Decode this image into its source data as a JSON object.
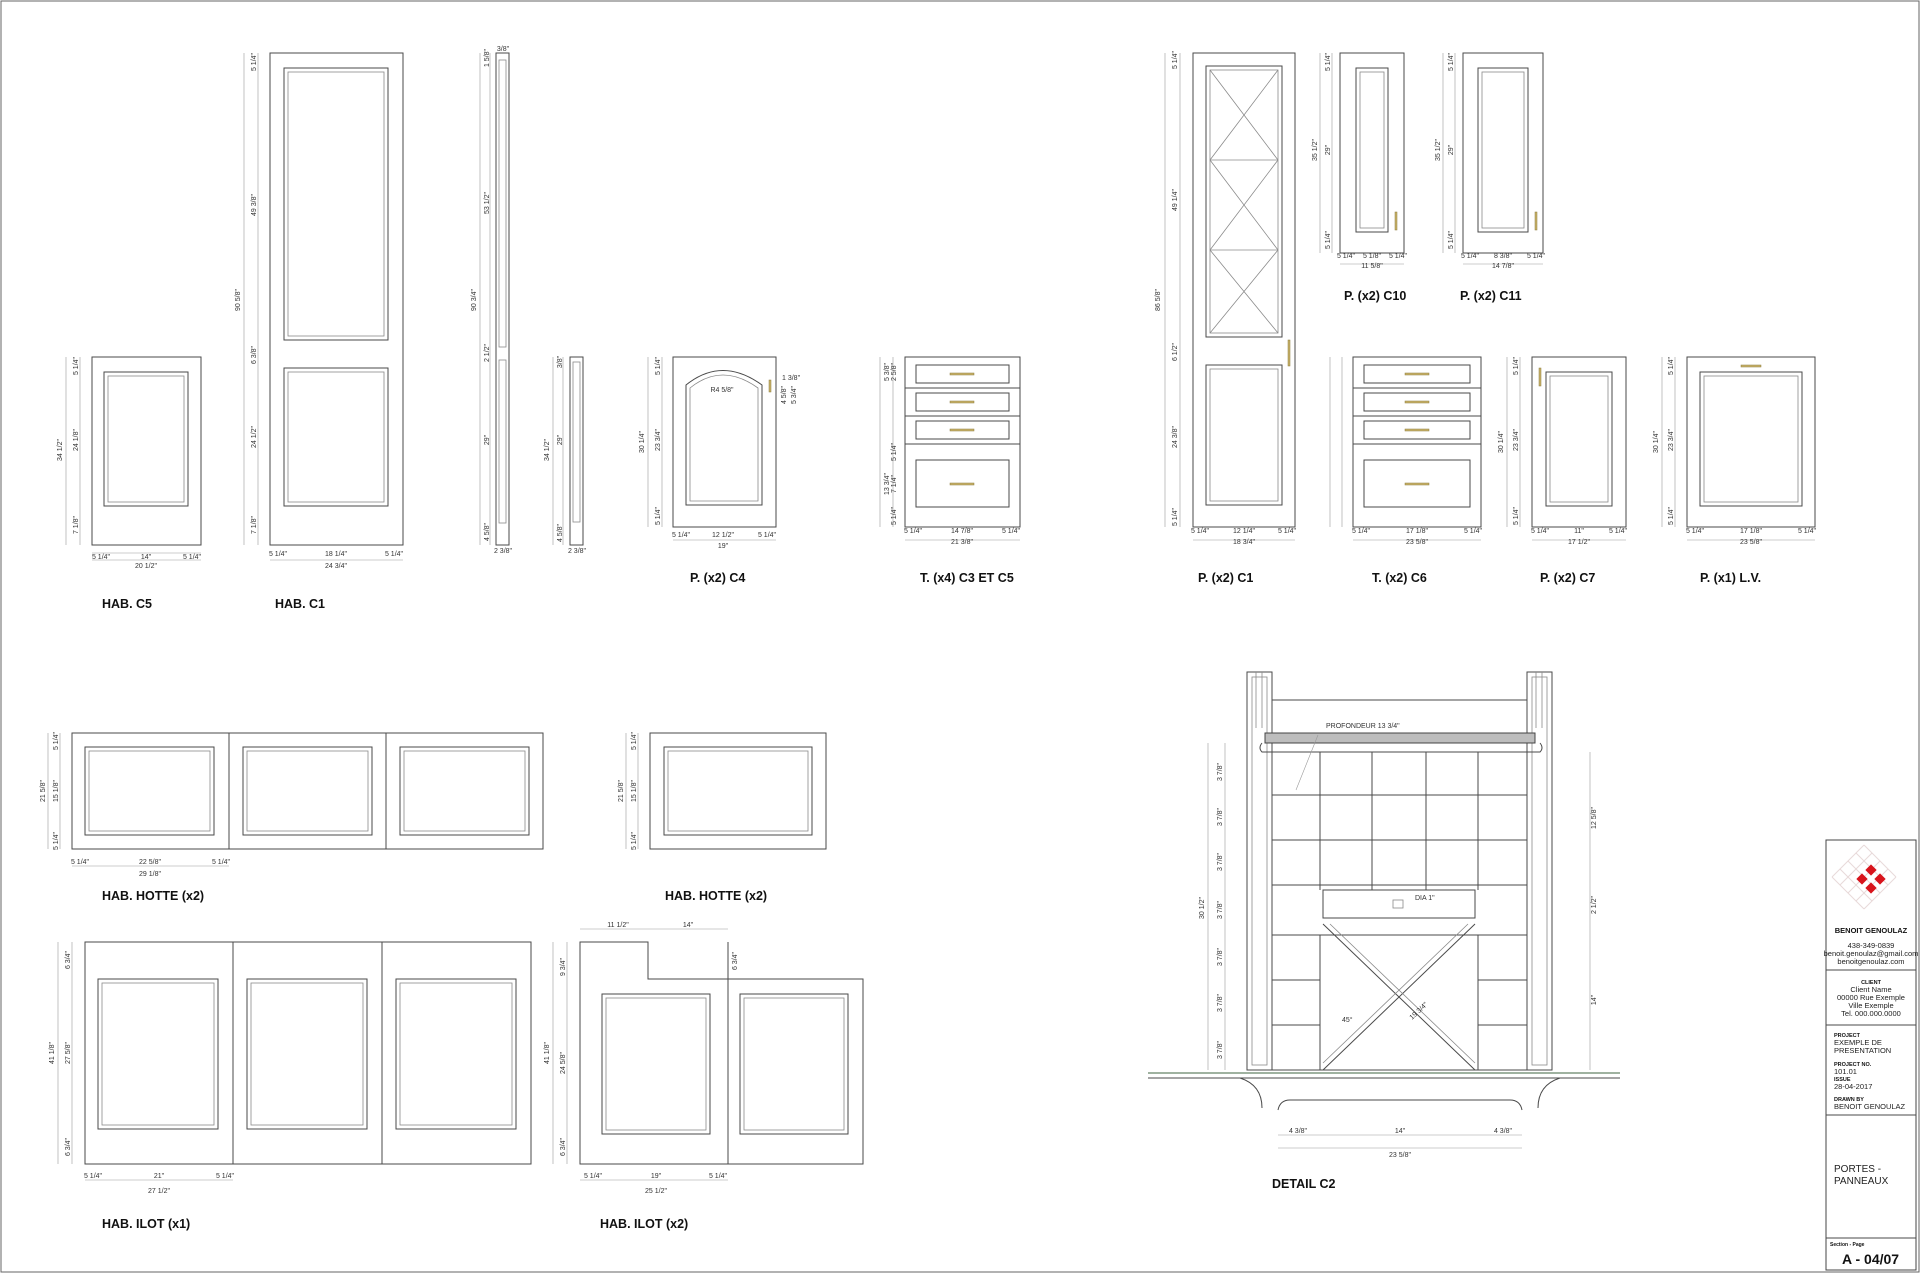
{
  "labels": {
    "hab_c5": "HAB. C5",
    "hab_c1": "HAB. C1",
    "p_c4": "P. (x2) C4",
    "t_c3_c5": "T. (x4) C3 ET C5",
    "p_c1": "P. (x2) C1",
    "t_c6": "T. (x2) C6",
    "p_c7": "P. (x2) C7",
    "p_lv": "P. (x1) L.V.",
    "p_c10": "P. (x2) C10",
    "p_c11": "P. (x2) C11",
    "hotte1": "HAB. HOTTE (x2)",
    "hotte2": "HAB. HOTTE (x2)",
    "ilot1": "HAB. ILOT (x1)",
    "ilot2": "HAB. ILOT (x2)",
    "detail": "DETAIL C2"
  },
  "dims": {
    "c5_w_total": "20 1/2\"",
    "c5_w_in": "14\"",
    "c5_side_l": "5 1/4\"",
    "c5_side_r": "5 1/4\"",
    "c5_h_total": "34 1/2\"",
    "c5_h_in": "24 1/8\"",
    "c5_top": "5 1/4\"",
    "c5_bot": "7 1/8\"",
    "c1_w_total": "24 3/4\"",
    "c1_w_in": "18 1/4\"",
    "c1_side_l": "5 1/4\"",
    "c1_side_r": "5 1/4\"",
    "c1_h_total": "90 5/8\"",
    "c1_top": "5 1/4\"",
    "c1_h1": "49 3/8\"",
    "c1_mid": "6 3/8\"",
    "c1_h2": "24 1/2\"",
    "c1_bot": "7 1/8\"",
    "side_h_total": "90 3/4\"",
    "side_top": "1 5/8\"",
    "side_h1": "53 1/2\"",
    "side_mid": "2 1/2\"",
    "side_h2": "29\"",
    "side_bot": "4 5/8\"",
    "side_w": "2 3/8\"",
    "side_top_w": "3/8\"",
    "side2_h_total": "34 1/2\"",
    "side2_h": "29\"",
    "side2_top": "3/8\"",
    "side2_bot": "4 5/8\"",
    "side2_w": "2 3/8\"",
    "c4_w_total": "19\"",
    "c4_w_in": "12 1/2\"",
    "c4_side_l": "5 1/4\"",
    "c4_side_r": "5 1/4\"",
    "c4_h_total": "30 1/4\"",
    "c4_h_in": "23 3/4\"",
    "c4_top": "5 1/4\"",
    "c4_bot": "5 1/4\"",
    "c4_radius": "R4 5/8\"",
    "c4_hw1": "1 3/8\"",
    "c4_hw2": "4 5/8\"",
    "c4_hw3": "5 3/4\"",
    "t3_w_total": "21 3/8\"",
    "t3_w_in": "14 7/8\"",
    "t3_side_l": "5 1/4\"",
    "t3_side_r": "5 1/4\"",
    "t3_d1": "5 3/8\"",
    "t3_d2": "2 5/8\"",
    "t3_d3": "5 1/4\"",
    "t3_d4": "13 3/4\"",
    "t3_d5": "7 1/4\"",
    "t3_d6": "5 1/4\"",
    "pc1_w_total": "18 3/4\"",
    "pc1_w_in": "12 1/4\"",
    "pc1_side_l": "5 1/4\"",
    "pc1_side_r": "5 1/4\"",
    "pc1_h_total": "86 5/8\"",
    "pc1_top": "5 1/4\"",
    "pc1_h1": "49 1/4\"",
    "pc1_mid": "6 1/2\"",
    "pc1_h2": "24 3/8\"",
    "pc1_bot": "5 1/4\"",
    "c6_w_total": "23 5/8\"",
    "c6_w_in": "17 1/8\"",
    "c6_side_l": "5 1/4\"",
    "c6_side_r": "5 1/4\"",
    "c7_w_total": "17 1/2\"",
    "c7_w_in": "11\"",
    "c7_side_l": "5 1/4\"",
    "c7_side_r": "5 1/4\"",
    "c7_h_total": "30 1/4\"",
    "c7_h_in": "23 3/4\"",
    "c7_top": "5 1/4\"",
    "c7_bot": "5 1/4\"",
    "lv_w_total": "23 5/8\"",
    "lv_w_in": "17 1/8\"",
    "lv_side_l": "5 1/4\"",
    "lv_side_r": "5 1/4\"",
    "lv_h_total": "30 1/4\"",
    "lv_h_in": "23 3/4\"",
    "lv_top": "5 1/4\"",
    "lv_bot": "5 1/4\"",
    "c10_w_total": "11 5/8\"",
    "c10_w_in": "5 1/8\"",
    "c10_side_l": "5 1/4\"",
    "c10_side_r": "5 1/4\"",
    "c10_h_total": "35 1/2\"",
    "c10_h_in": "29\"",
    "c10_top": "5 1/4\"",
    "c10_bot": "5 1/4\"",
    "c11_w_total": "14 7/8\"",
    "c11_w_in": "8 3/8\"",
    "c11_side_l": "5 1/4\"",
    "c11_side_r": "5 1/4\"",
    "c11_h_total": "35 1/2\"",
    "c11_h_in": "29\"",
    "c11_top": "5 1/4\"",
    "c11_bot": "5 1/4\"",
    "hotte_w_total": "29 1/8\"",
    "hotte_w_in": "22 5/8\"",
    "hotte_side_l": "5 1/4\"",
    "hotte_side_r": "5 1/4\"",
    "hotte_h_total": "21 5/8\"",
    "hotte_h_in": "15 1/8\"",
    "hotte_top": "5 1/4\"",
    "hotte_bot": "5 1/4\"",
    "hotte2_h_total": "21 5/8\"",
    "hotte2_h_in": "15 1/8\"",
    "hotte2_top": "5 1/4\"",
    "hotte2_bot": "5 1/4\"",
    "ilot_w_total": "27 1/2\"",
    "ilot_w_in": "21\"",
    "ilot_side_l": "5 1/4\"",
    "ilot_side_r": "5 1/4\"",
    "ilot_h_total": "41 1/8\"",
    "ilot_h_in": "27 5/8\"",
    "ilot_top": "6 3/4\"",
    "ilot_bot": "6 3/4\"",
    "ilot2_w_total": "25 1/2\"",
    "ilot2_w_in": "19\"",
    "ilot2_side_l": "5 1/4\"",
    "ilot2_side_r": "5 1/4\"",
    "ilot2_h_total": "41 1/8\"",
    "ilot2_h_in": "24 5/8\"",
    "ilot2_top": "9 3/4\"",
    "ilot2_bot": "6 3/4\"",
    "ilot2_notch_w": "11 1/2\"",
    "ilot2_notch_w2": "14\"",
    "ilot2_notch_h": "6 3/4\"",
    "det_depth": "PROFONDEUR 13 3/4\"",
    "det_dia": "DIA 1\"",
    "det_angle": "45°",
    "det_diag": "19 3/4\"",
    "det_h_total": "30 1/2\"",
    "det_shelf": "3 7/8\"",
    "det_r1": "12 5/8\"",
    "det_r2": "2 1/2\"",
    "det_r3": "14\"",
    "det_b1": "4 3/8\"",
    "det_b2": "14\"",
    "det_b3": "4 3/8\"",
    "det_b_total": "23 5/8\""
  },
  "title_block": {
    "company": "BENOIT GENOULAZ",
    "phone": "438-349-0839",
    "email1": "benoit.genoulaz@gmail.com",
    "email2": "benoitgenoulaz.com",
    "client_hdr": "CLIENT",
    "client_name": "Client Name",
    "client_addr1": "00000 Rue Exemple",
    "client_addr2": "Ville Exemple",
    "client_tel": "Tel. 000.000.0000",
    "project_hdr": "PROJECT",
    "project_name1": "EXEMPLE DE",
    "project_name2": "PRESENTATION",
    "project_no_hdr": "PROJECT NO.",
    "project_no": "101.01",
    "issue_hdr": "ISSUE",
    "issue_date": "28-04-2017",
    "drawn_hdr": "DRAWN BY",
    "drawn_by": "BENOIT GENOULAZ",
    "sheet_title1": "PORTES -",
    "sheet_title2": "PANNEAUX",
    "section_hdr": "Section - Page",
    "sheet_no": "A - 04/07"
  },
  "colors": {
    "line": "#4a4a4a",
    "hardware": "#c9b36a",
    "logo_red": "#d8141c",
    "ground_line": "#9fb2a0"
  }
}
